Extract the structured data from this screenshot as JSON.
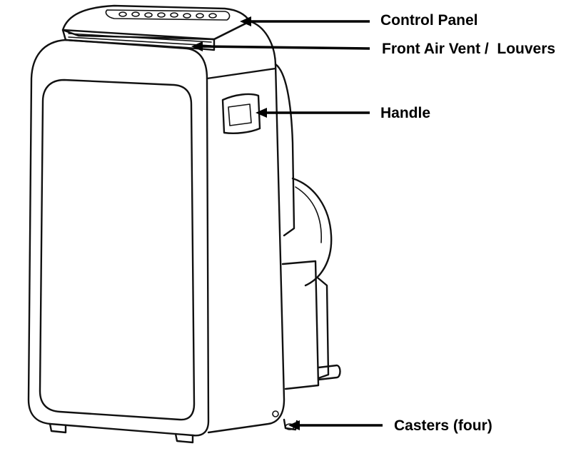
{
  "diagram": {
    "subject": "portable air conditioner",
    "colors": {
      "line": "#111111",
      "background": "#ffffff",
      "label": "#000000"
    },
    "callouts": [
      {
        "id": "control-panel",
        "label": "Control Panel"
      },
      {
        "id": "front-air-vent",
        "label": "Front Air Vent /  Louvers"
      },
      {
        "id": "handle",
        "label": "Handle"
      },
      {
        "id": "casters",
        "label": "Casters (four)"
      }
    ]
  }
}
